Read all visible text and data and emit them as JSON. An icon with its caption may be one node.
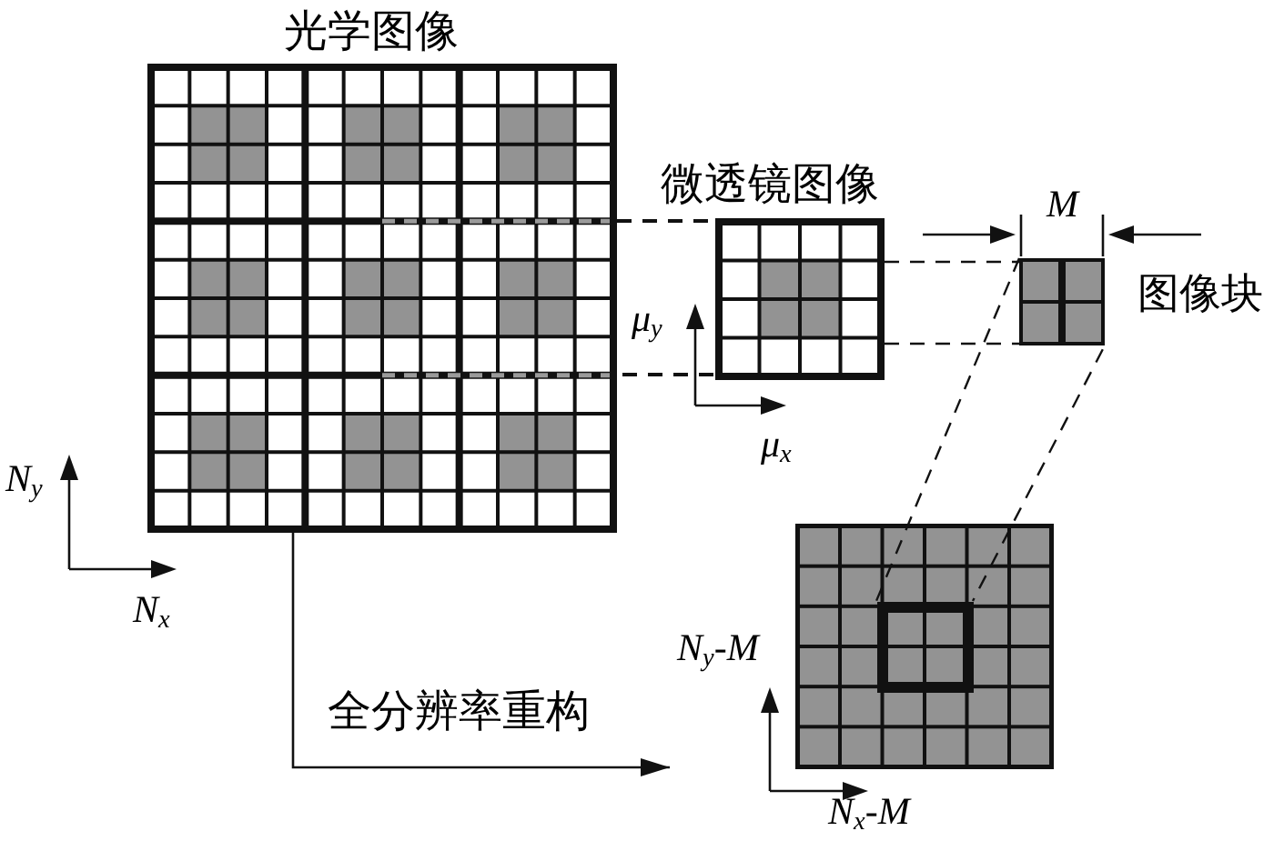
{
  "diagram": {
    "nodes": [
      {
        "text": [
          "光学图像"
        ]
      },
      {
        "text": [
          "微透镜图像"
        ]
      },
      {
        "text": [
          "图像块"
        ]
      },
      {
        "text": [],
        "shape": "grid"
      },
      {
        "text": [],
        "shape": "box",
        "in": 3
      }
    ],
    "edges": [
      {
        "from": 0,
        "to": 1,
        "arrow": "none",
        "style": "dashed"
      },
      {
        "from": 0,
        "to": 1,
        "arrow": "none",
        "style": "dashed"
      },
      {
        "from": 1,
        "to": 2,
        "arrow": "none",
        "style": "dashed"
      },
      {
        "from": 1,
        "to": 2,
        "arrow": "none",
        "style": "dashed"
      },
      {
        "from": 2,
        "to": 4,
        "arrow": "none",
        "style": "dashed"
      },
      {
        "from": 2,
        "to": 4,
        "arrow": "none",
        "style": "dashed"
      },
      {
        "from": 0,
        "to": null,
        "arrow": "to",
        "label": "全分辨率重构"
      }
    ],
    "labels": [
      "M",
      "μ$_{y}$",
      "μ$_{x}$",
      "N$_{y}$",
      "N$_{x}$",
      "N$_{y}$-M",
      "N$_{x}$-M"
    ]
  }
}
